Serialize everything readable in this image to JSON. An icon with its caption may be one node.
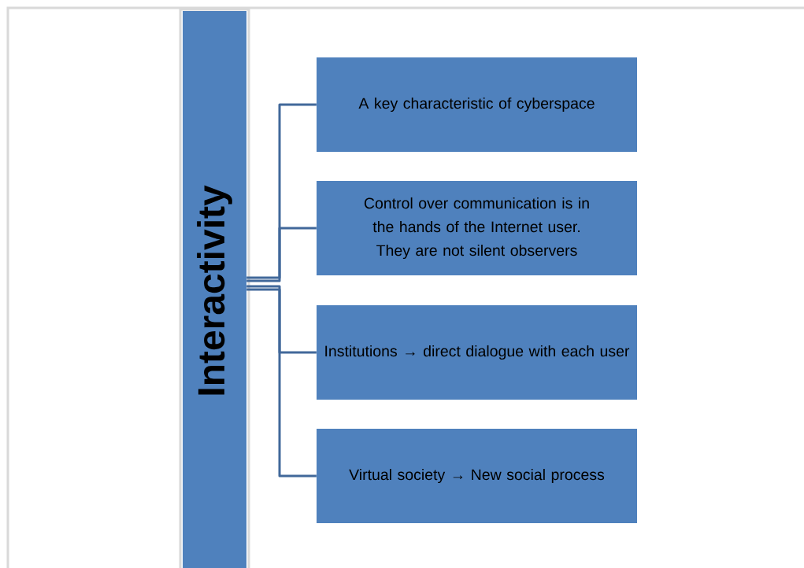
{
  "diagram": {
    "nodes": [
      {
        "text": [
          "Interactivity"
        ]
      },
      {
        "text": [
          "A key characteristic of cyberspace"
        ]
      },
      {
        "text": [
          "Control over communication is in the hands of the Internet user. They are not silent observers"
        ]
      },
      {
        "text": [
          "Institutions → direct dialogue with each user"
        ]
      },
      {
        "text": [
          "Virtual society → New social process"
        ]
      }
    ],
    "edges": [
      {
        "from": 0,
        "to": 1,
        "arrow": "none"
      },
      {
        "from": 0,
        "to": 2,
        "arrow": "none"
      },
      {
        "from": 0,
        "to": 3,
        "arrow": "none"
      },
      {
        "from": 0,
        "to": 4,
        "arrow": "none"
      }
    ]
  }
}
